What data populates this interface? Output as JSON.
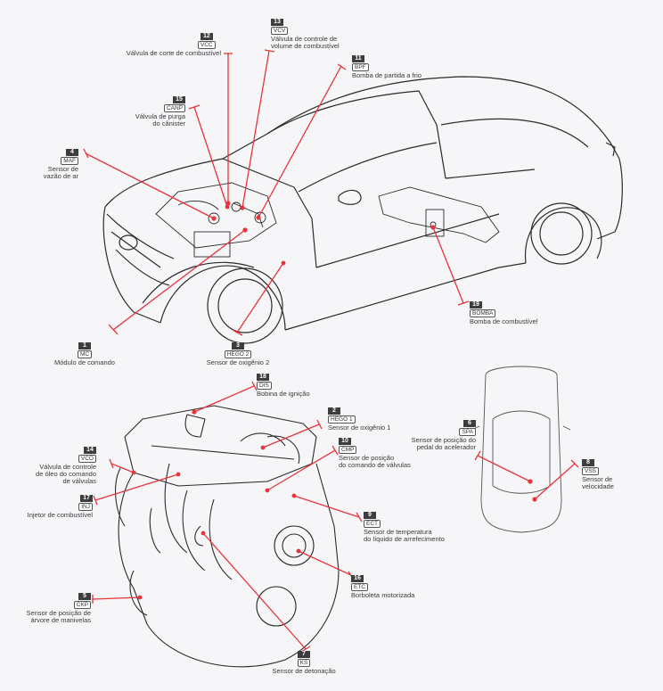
{
  "title": "Componentes do sistema de gerenciamento do motor",
  "colors": {
    "leader_line": "#e8343a",
    "outline": "#2b2b2b",
    "background": "#f6f5f8",
    "badge": "#3d3d3d"
  },
  "callouts": [
    {
      "id": "mc",
      "number": "1",
      "code": "MC",
      "label": "Módulo de comando"
    },
    {
      "id": "hego1",
      "number": "2",
      "code": "HEGO 1",
      "label": "Sensor de oxigênio 1"
    },
    {
      "id": "hego2",
      "number": "3",
      "code": "HEGO 2",
      "label": "Sensor de oxigênio 2"
    },
    {
      "id": "maf",
      "number": "4",
      "code": "MAF",
      "label": "Sensor de\nvazão de ar"
    },
    {
      "id": "ckp",
      "number": "5",
      "code": "CKP",
      "label": "Sensor de posição de\nárvore de manivelas"
    },
    {
      "id": "spa",
      "number": "6",
      "code": "SPA",
      "label": "Sensor de posição do\npedal do acelerador"
    },
    {
      "id": "ks",
      "number": "7",
      "code": "KS",
      "label": "Sensor de detonação"
    },
    {
      "id": "vss",
      "number": "8",
      "code": "VSS",
      "label": "Sensor de\nvelocidade"
    },
    {
      "id": "ect",
      "number": "9",
      "code": "ECT",
      "label": "Sensor de temperatura\ndo líquido de arrefecimento"
    },
    {
      "id": "cmp",
      "number": "10",
      "code": "CMP",
      "label": "Sensor de posição\ndo comando de válvulas"
    },
    {
      "id": "bpf",
      "number": "11",
      "code": "BPF",
      "label": "Bomba de partida a frio"
    },
    {
      "id": "vcc",
      "number": "12",
      "code": "VCC",
      "label": "Válvula de corte de combustível"
    },
    {
      "id": "vcv",
      "number": "13",
      "code": "VCV",
      "label": "Válvula de controle de\nvolume de combustível"
    },
    {
      "id": "vco",
      "number": "14",
      "code": "VCO",
      "label": "Válvula de controle\nde óleo do comando\nde válvulas"
    },
    {
      "id": "canp",
      "number": "15",
      "code": "CANP",
      "label": "Válvula de purga\ndo cânister"
    },
    {
      "id": "etc",
      "number": "16",
      "code": "ETC",
      "label": "Borboleta motorizada"
    },
    {
      "id": "inj",
      "number": "17",
      "code": "INJ",
      "label": "Injetor de combustível"
    },
    {
      "id": "dis",
      "number": "18",
      "code": "DIS",
      "label": "Bobina de ignição"
    },
    {
      "id": "bomba",
      "number": "19",
      "code": "BOMBA",
      "label": "Bomba de combustível"
    }
  ]
}
